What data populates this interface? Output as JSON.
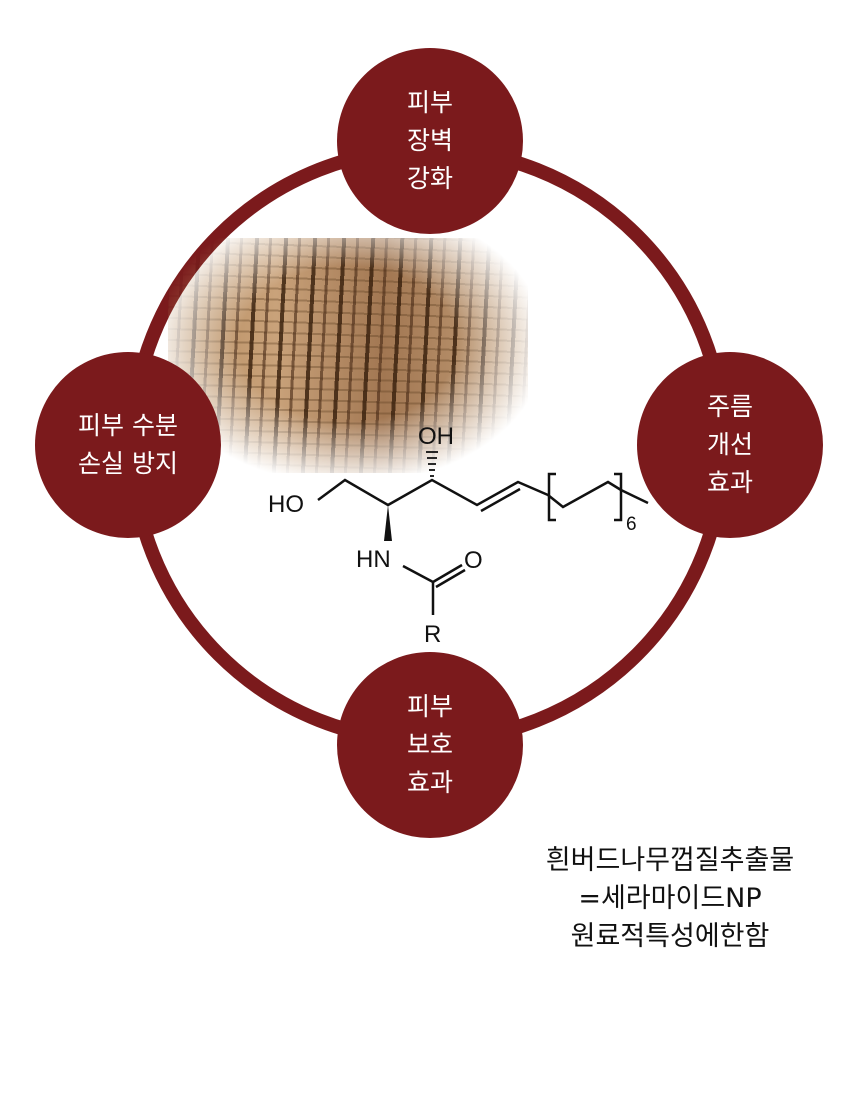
{
  "nodes": {
    "top": [
      "피부",
      "장벽",
      "강화"
    ],
    "left": [
      "피부 수분",
      "손실 방지"
    ],
    "right": [
      "주름",
      "개선",
      "효과"
    ],
    "bottom": [
      "피부",
      "보호",
      "효과"
    ]
  },
  "molecule": {
    "ho": "HO",
    "oh": "OH",
    "hn": "HN",
    "o": "O",
    "r": "R",
    "n": "6"
  },
  "caption": [
    "흰버드나무껍질추출물",
    "=세라마이드NP",
    "원료적특성에한함"
  ],
  "colors": {
    "accent": "#7b1a1c"
  }
}
